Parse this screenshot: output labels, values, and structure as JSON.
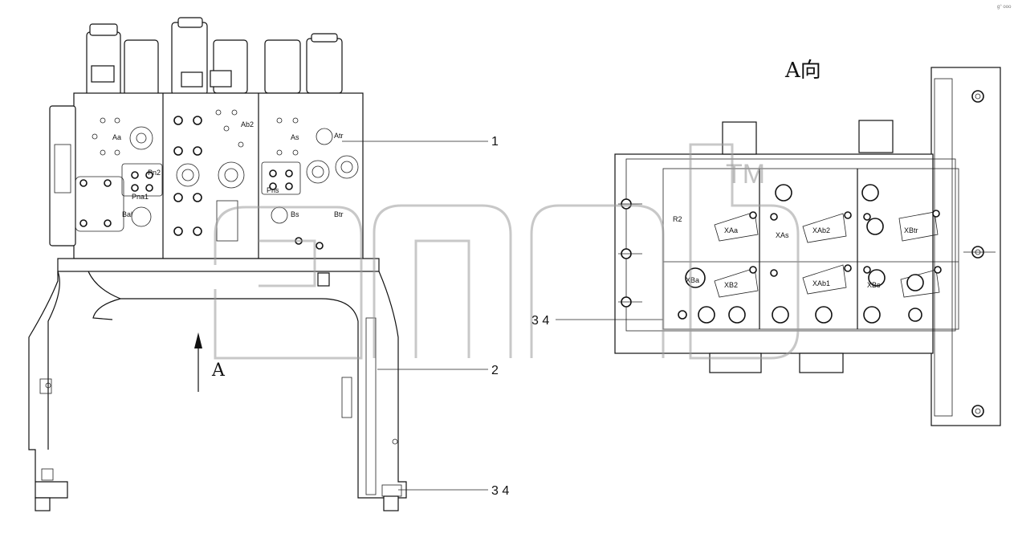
{
  "view_title": "A向",
  "view_arrow_label": "A",
  "callouts": {
    "c1": "1",
    "c2": "2",
    "c34_left": "3 4",
    "c34_right": "3 4"
  },
  "left_view_ports": {
    "aa": "Aa",
    "ab2": "Ab2",
    "as": "As",
    "atr": "Atr",
    "bal": "Bal",
    "bs": "Bs",
    "btr": "Btr",
    "pna1": "Pna1",
    "pn2": "Pn2",
    "pns": "Pns"
  },
  "right_view_ports": {
    "r2": "R2",
    "xaa": "XAa",
    "xab2": "XAb2",
    "xas": "XAs",
    "xbtr": "XBtr",
    "xba": "XBa",
    "xab1": "XAb1",
    "xb2": "XB2",
    "xbs": "XBs"
  },
  "watermark_tm": "TM",
  "corner_mark": "g° ooo"
}
